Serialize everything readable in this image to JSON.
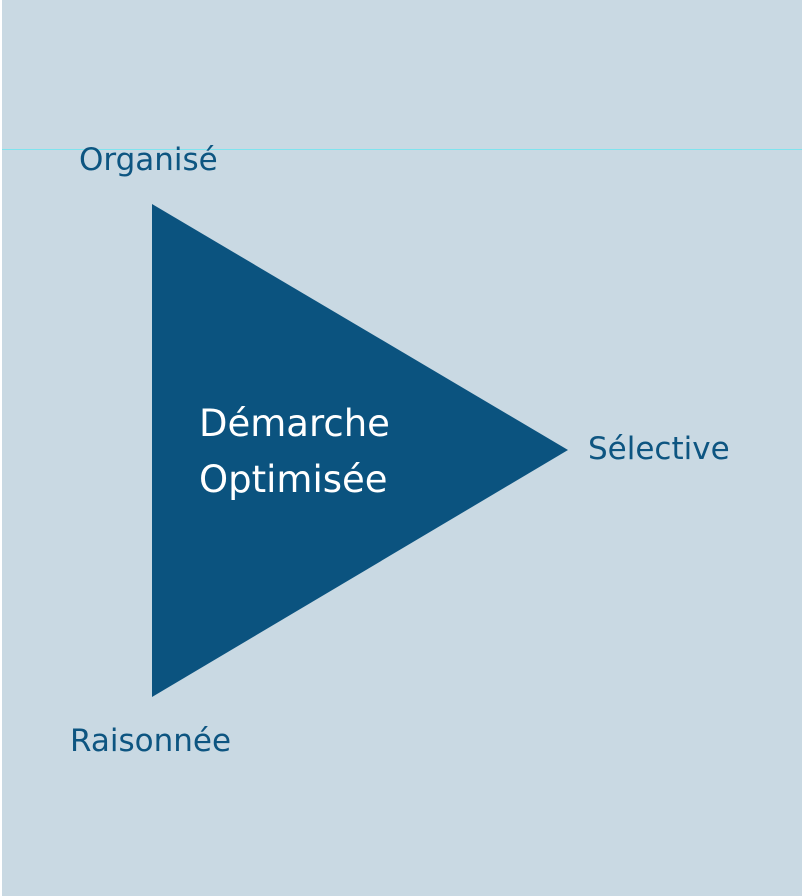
{
  "diagram": {
    "center_lines": [
      "Démarche",
      "Optimisée"
    ],
    "vertex_labels": {
      "top_left": "Organisé",
      "right": "Sélective",
      "bottom_left": "Raisonnée"
    }
  },
  "colors": {
    "background": "#c9d9e3",
    "triangle": "#0b537f",
    "label_text": "#0d5581",
    "center_text": "#ffffff",
    "guide_line": "#7fe3ee"
  }
}
